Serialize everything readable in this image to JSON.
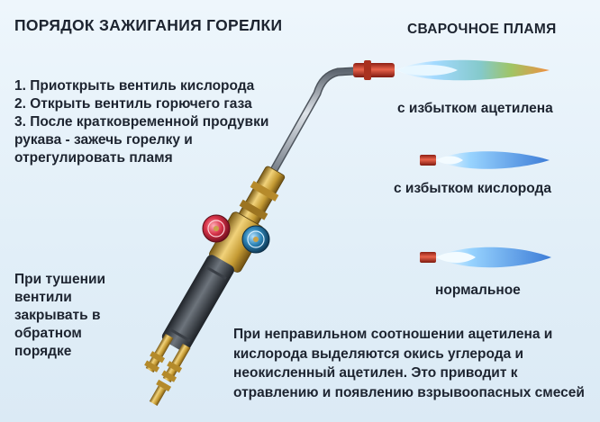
{
  "title": "ПОРЯДОК ЗАЖИГАНИЯ ГОРЕЛКИ",
  "steps": [
    "1. Приоткрыть вентиль кислорода",
    "2. Открыть вентиль горючего газа",
    "3. После кратковременной продувки рукава - зажечь горелку и отрегулировать пламя"
  ],
  "flame_section": {
    "title": "СВАРОЧНОЕ ПЛАМЯ",
    "flames": [
      {
        "label": "с избытком ацетилена"
      },
      {
        "label": "с избытком кислорода"
      },
      {
        "label": "нормальное"
      }
    ]
  },
  "extinguish_note": "При тушении вентили закрывать в обратном порядке",
  "warning_note": "При неправильном соотношении ацетилена и кислорода выделяются окись углерода и неокисленный ацетилен. Это приводит к отравлению и появлению взрывоопасных смесей",
  "colors": {
    "background": "#e2eff8",
    "text": "#1d2430",
    "oxygen_valve": "#d8344a",
    "gas_valve": "#2f86b8",
    "brass": "#c79a34",
    "nozzle": "#c6402c",
    "flame_blue": "#2f78d8"
  },
  "icons": [
    "welding-torch-icon",
    "oxygen-valve-icon",
    "gas-valve-icon",
    "flame-icon"
  ]
}
